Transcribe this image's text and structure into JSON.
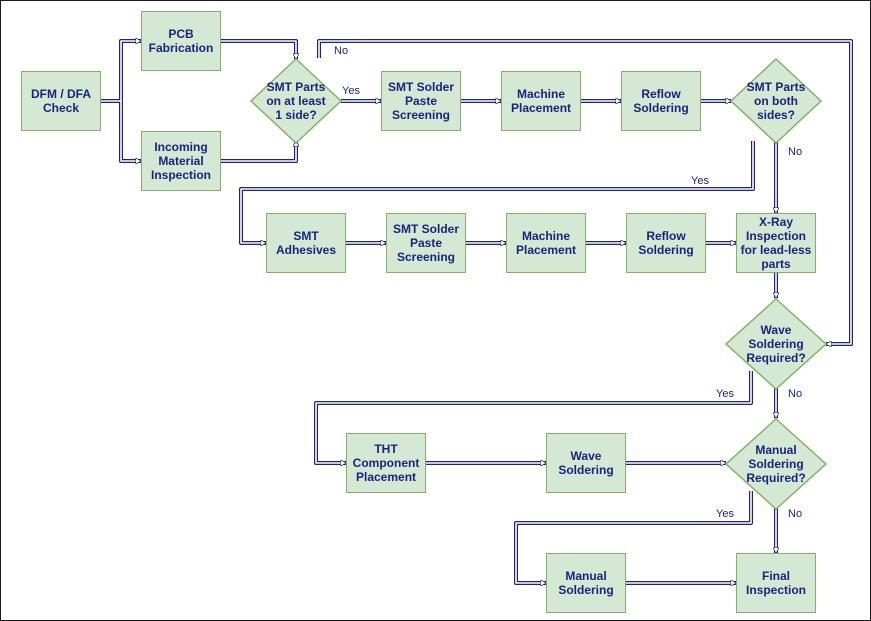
{
  "nodes": {
    "dfm_dfa_check": "DFM / DFA\nCheck",
    "pcb_fabrication": "PCB\nFabrication",
    "incoming_material_inspection": "Incoming\nMaterial\nInspection",
    "smt_parts_one_side": "SMT Parts\non at least\n1 side?",
    "smt_solder_paste_1": "SMT Solder\nPaste\nScreening",
    "machine_placement_1": "Machine\nPlacement",
    "reflow_soldering_1": "Reflow\nSoldering",
    "smt_parts_both_sides": "SMT Parts\non both\nsides?",
    "smt_adhesives": "SMT\nAdhesives",
    "smt_solder_paste_2": "SMT Solder\nPaste\nScreening",
    "machine_placement_2": "Machine\nPlacement",
    "reflow_soldering_2": "Reflow\nSoldering",
    "xray_inspection": "X-Ray\nInspection\nfor lead-less\nparts",
    "wave_soldering_required": "Wave\nSoldering\nRequired?",
    "tht_component_placement": "THT\nComponent\nPlacement",
    "wave_soldering": "Wave\nSoldering",
    "manual_soldering_required": "Manual\nSoldering\nRequired?",
    "manual_soldering": "Manual\nSoldering",
    "final_inspection": "Final\nInspection"
  },
  "edge_labels": {
    "d1_no": "No",
    "d1_yes": "Yes",
    "d2_yes": "Yes",
    "d2_no": "No",
    "d3_yes": "Yes",
    "d3_no": "No",
    "d4_yes": "Yes",
    "d4_no": "No"
  },
  "colors": {
    "node_fill": "#d5e8d4",
    "node_stroke": "#82b366",
    "text": "#1a237e",
    "connector": "#1a237e"
  }
}
